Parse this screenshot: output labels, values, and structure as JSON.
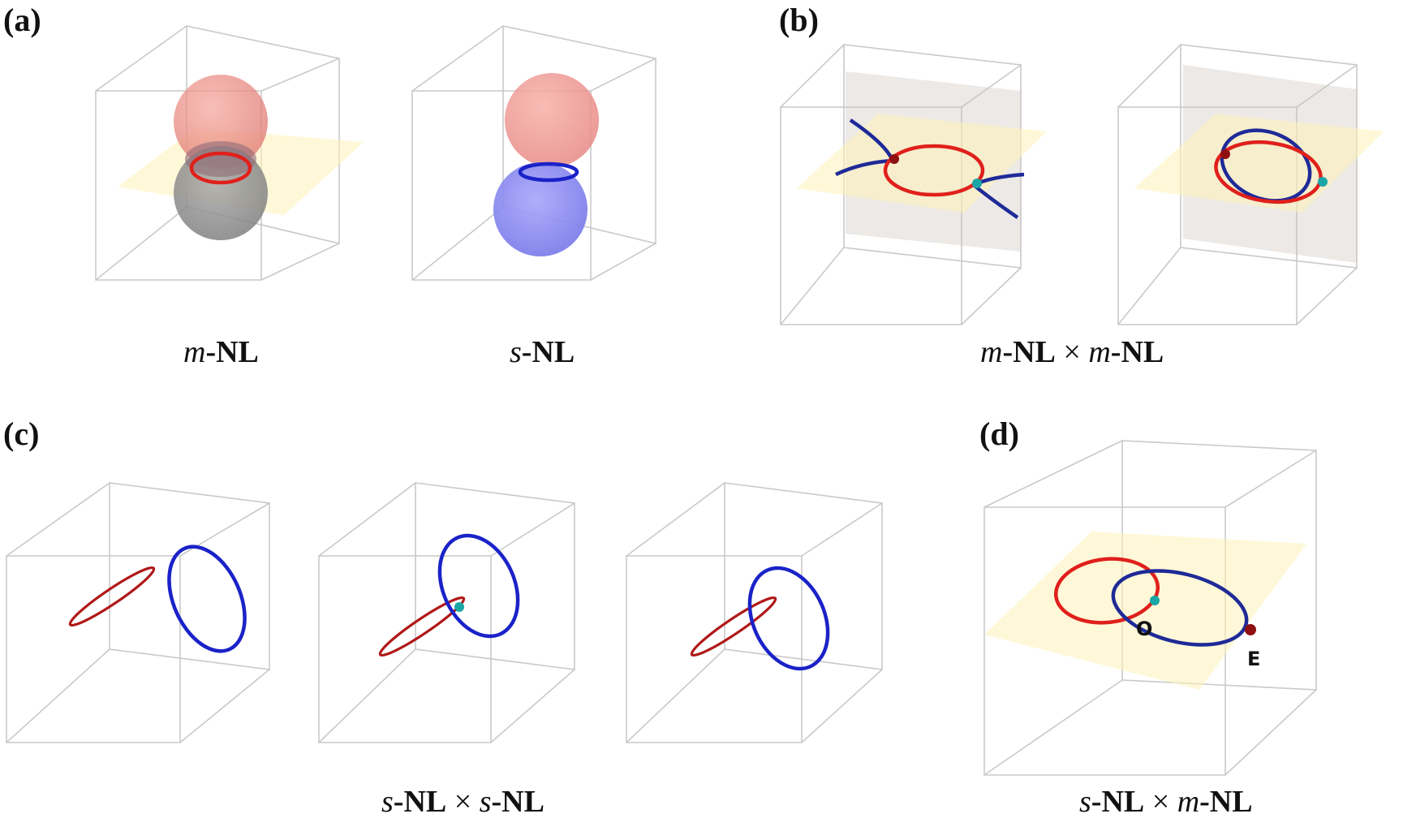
{
  "panels": {
    "a": {
      "letter": "(a)",
      "captions": [
        {
          "it": "m",
          "rest": "-NL"
        },
        {
          "it": "s",
          "rest": "-NL"
        }
      ]
    },
    "b": {
      "letter": "(b)",
      "caption": {
        "it1": "m",
        "r1": "-NL",
        "op": " × ",
        "it2": "m",
        "r2": "-NL"
      }
    },
    "c": {
      "letter": "(c)",
      "caption": {
        "it1": "s",
        "r1": "-NL",
        "op": " × ",
        "it2": "s",
        "r2": "-NL"
      }
    },
    "d": {
      "letter": "(d)",
      "caption": {
        "it1": "s",
        "r1": "-NL",
        "op": " × ",
        "it2": "m",
        "r2": "-NL"
      },
      "points": {
        "o": "O",
        "e": "E"
      }
    }
  },
  "colors": {
    "box_edge": "#c9c9c9",
    "plane_yellow": "#fff3b8",
    "plane_gray": "#c8bfb6",
    "ring_red": "#e0201b",
    "ring_blue": "#1a22c8",
    "sphere_red": "#f08a8a",
    "sphere_blue": "#8a8af5",
    "sphere_gray": "#9a9a9a",
    "point_red": "#8e1010",
    "point_cyan": "#1aa6a6"
  }
}
